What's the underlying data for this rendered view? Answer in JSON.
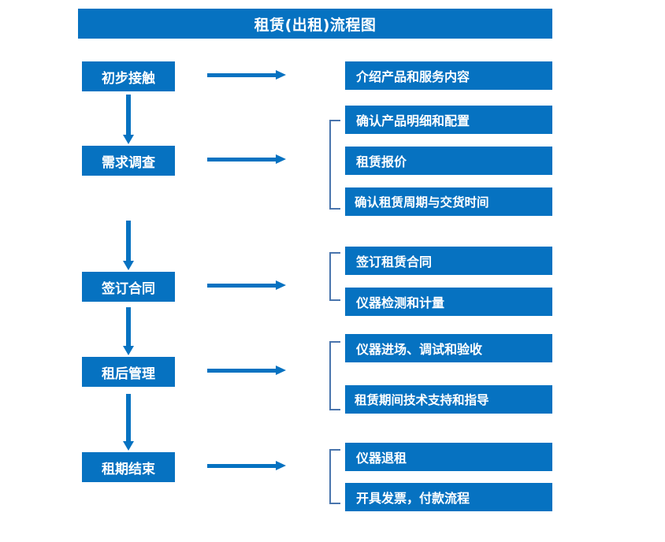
{
  "title": "租赁(出租)流程图",
  "colors": {
    "box_blue": "#0672c1",
    "bracket_blue": "#4a75ad",
    "text_white": "#ffffff",
    "background": "#ffffff"
  },
  "stages": [
    {
      "label": "初步接触"
    },
    {
      "label": "需求调查"
    },
    {
      "label": "签订合同"
    },
    {
      "label": "租后管理"
    },
    {
      "label": "租期结束"
    }
  ],
  "details": [
    {
      "label": "介绍产品和服务内容"
    },
    {
      "label": "确认产品明细和配置"
    },
    {
      "label": "租赁报价"
    },
    {
      "label": "确认租赁周期与交货时间"
    },
    {
      "label": "签订租赁合同"
    },
    {
      "label": "仪器检测和计量"
    },
    {
      "label": "仪器进场、调试和验收"
    },
    {
      "label": "租赁期间技术支持和指导"
    },
    {
      "label": "仪器退租"
    },
    {
      "label": "开具发票，付款流程"
    }
  ],
  "connectors": {
    "horizontal_arrow": "arrow-right",
    "vertical_arrow": "arrow-down",
    "group_bracket": "left-bracket"
  }
}
